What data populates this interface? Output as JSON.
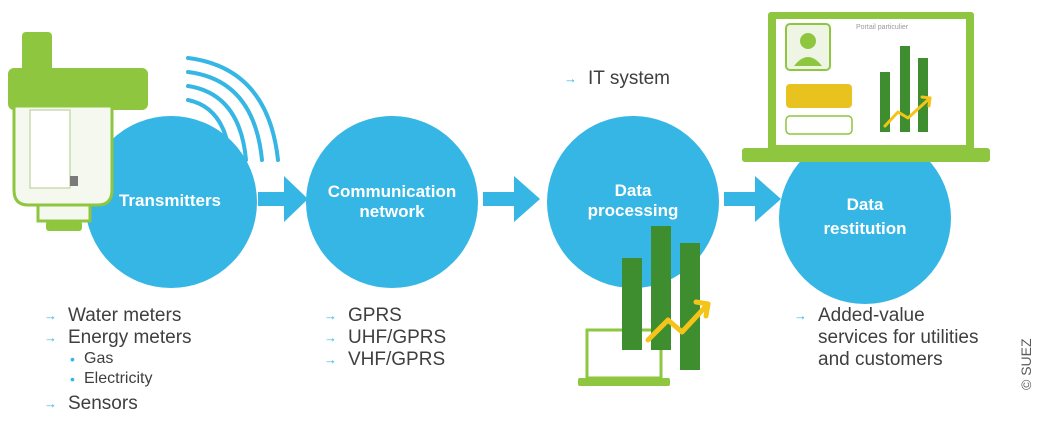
{
  "stages": [
    {
      "label": "Transmitters"
    },
    {
      "label_line1": "Communication",
      "label_line2": "network"
    },
    {
      "label_line1": "Data",
      "label_line2": "processing"
    },
    {
      "label_line1": "Data",
      "label_line2": "restitution"
    }
  ],
  "it_system": "IT system",
  "transmitters_list": [
    "Water meters",
    "Energy meters",
    "Sensors"
  ],
  "energy_sub_items": [
    "Gas",
    "Electricity"
  ],
  "network_list": [
    "GPRS",
    "UHF/GPRS",
    "VHF/GPRS"
  ],
  "restitution_list": {
    "line1": "Added-value",
    "line2": "services for utilities",
    "line3": "and customers"
  },
  "portal_title": "Portail particulier",
  "copyright": "© SUEZ",
  "colors": {
    "circle": "#35b6e4",
    "arrow": "#35b6e4",
    "meter_green": "#8ec63f",
    "bar_green": "#3e8e2f",
    "chart_arrow": "#f4c518",
    "laptop_green": "#8ec63f",
    "button_yellow": "#e8c21f"
  }
}
